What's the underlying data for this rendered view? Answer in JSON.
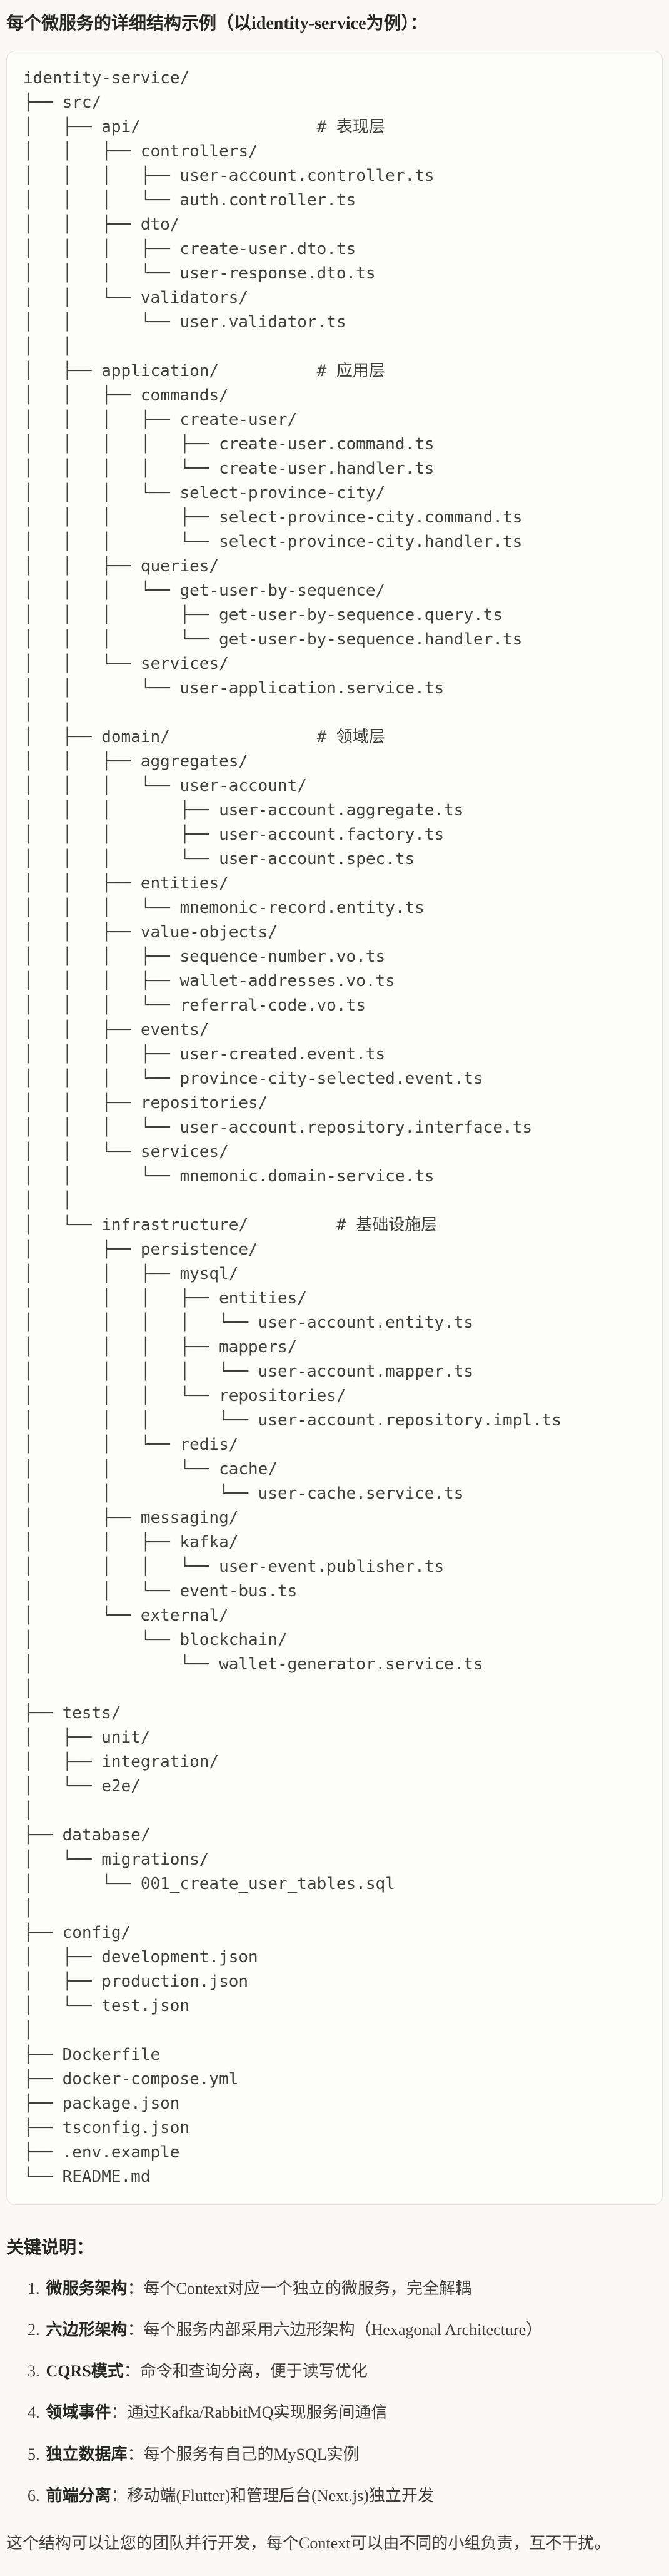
{
  "page": {
    "title": "每个微服务的详细结构示例（以identity-service为例）："
  },
  "tree": {
    "content": "identity-service/\n├── src/\n│   ├── api/                  # 表现层\n│   │   ├── controllers/\n│   │   │   ├── user-account.controller.ts\n│   │   │   └── auth.controller.ts\n│   │   ├── dto/\n│   │   │   ├── create-user.dto.ts\n│   │   │   └── user-response.dto.ts\n│   │   └── validators/\n│   │       └── user.validator.ts\n│   │\n│   ├── application/          # 应用层\n│   │   ├── commands/\n│   │   │   ├── create-user/\n│   │   │   │   ├── create-user.command.ts\n│   │   │   │   └── create-user.handler.ts\n│   │   │   └── select-province-city/\n│   │   │       ├── select-province-city.command.ts\n│   │   │       └── select-province-city.handler.ts\n│   │   ├── queries/\n│   │   │   └── get-user-by-sequence/\n│   │   │       ├── get-user-by-sequence.query.ts\n│   │   │       └── get-user-by-sequence.handler.ts\n│   │   └── services/\n│   │       └── user-application.service.ts\n│   │\n│   ├── domain/               # 领域层\n│   │   ├── aggregates/\n│   │   │   └── user-account/\n│   │   │       ├── user-account.aggregate.ts\n│   │   │       ├── user-account.factory.ts\n│   │   │       └── user-account.spec.ts\n│   │   ├── entities/\n│   │   │   └── mnemonic-record.entity.ts\n│   │   ├── value-objects/\n│   │   │   ├── sequence-number.vo.ts\n│   │   │   ├── wallet-addresses.vo.ts\n│   │   │   └── referral-code.vo.ts\n│   │   ├── events/\n│   │   │   ├── user-created.event.ts\n│   │   │   └── province-city-selected.event.ts\n│   │   ├── repositories/\n│   │   │   └── user-account.repository.interface.ts\n│   │   └── services/\n│   │       └── mnemonic.domain-service.ts\n│   │\n│   └── infrastructure/         # 基础设施层\n│       ├── persistence/\n│       │   ├── mysql/\n│       │   │   ├── entities/\n│       │   │   │   └── user-account.entity.ts\n│       │   │   ├── mappers/\n│       │   │   │   └── user-account.mapper.ts\n│       │   │   └── repositories/\n│       │   │       └── user-account.repository.impl.ts\n│       │   └── redis/\n│       │       └── cache/\n│       │           └── user-cache.service.ts\n│       ├── messaging/\n│       │   ├── kafka/\n│       │   │   └── user-event.publisher.ts\n│       │   └── event-bus.ts\n│       └── external/\n│           └── blockchain/\n│               └── wallet-generator.service.ts\n│\n├── tests/\n│   ├── unit/\n│   ├── integration/\n│   └── e2e/\n│\n├── database/\n│   └── migrations/\n│       └── 001_create_user_tables.sql\n│\n├── config/\n│   ├── development.json\n│   ├── production.json\n│   └── test.json\n│\n├── Dockerfile\n├── docker-compose.yml\n├── package.json\n├── tsconfig.json\n├── .env.example\n└── README.md"
  },
  "notes": {
    "heading": "关键说明：",
    "items": [
      {
        "num": "1.",
        "term": "微服务架构",
        "desc": "：每个Context对应一个独立的微服务，完全解耦"
      },
      {
        "num": "2.",
        "term": "六边形架构",
        "desc": "：每个服务内部采用六边形架构（Hexagonal Architecture）"
      },
      {
        "num": "3.",
        "term": "CQRS模式",
        "desc": "：命令和查询分离，便于读写优化"
      },
      {
        "num": "4.",
        "term": "领域事件",
        "desc": "：通过Kafka/RabbitMQ实现服务间通信"
      },
      {
        "num": "5.",
        "term": "独立数据库",
        "desc": "：每个服务有自己的MySQL实例"
      },
      {
        "num": "6.",
        "term": "前端分离",
        "desc": "：移动端(Flutter)和管理后台(Next.js)独立开发"
      }
    ]
  },
  "footer": {
    "text": "这个结构可以让您的团队并行开发，每个Context可以由不同的小组负责，互不干扰。"
  }
}
